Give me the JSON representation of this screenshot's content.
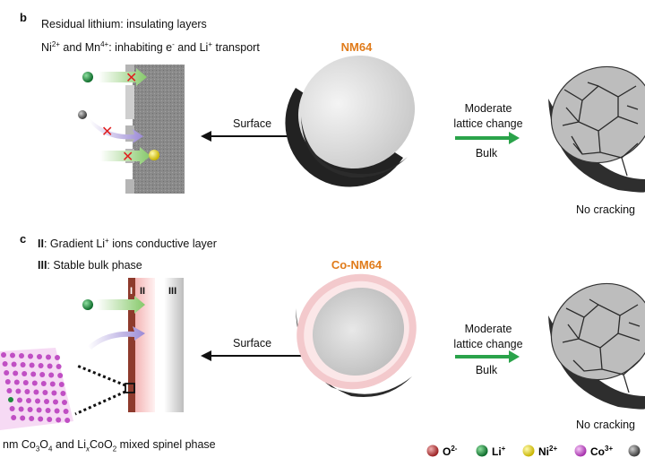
{
  "panel_b": {
    "letter": "b",
    "line1": "Residual lithium: insulating layers",
    "line2_parts": [
      "Ni",
      "2+",
      " and Mn",
      "4+",
      ": inhabiting e",
      "-",
      " and Li",
      "+",
      " transport"
    ],
    "sphere_title": "NM64",
    "surface_label": "Surface",
    "change_line1": "Moderate",
    "change_line2": "lattice change",
    "bulk_label": "Bulk",
    "result_label": "No cracking"
  },
  "panel_c": {
    "letter": "c",
    "line1_num": "II",
    "line1_parts": [
      ": Gradient Li",
      "+",
      " ions conductive layer"
    ],
    "line2_num": "III",
    "line2_text": ": Stable bulk phase",
    "layer_labels": [
      "I",
      "II",
      "III"
    ],
    "sphere_title": "Co-NM64",
    "surface_label": "Surface",
    "change_line1": "Moderate",
    "change_line2": "lattice change",
    "bulk_label": "Bulk",
    "result_label": "No cracking",
    "caption_parts": [
      "nm Co",
      "3",
      "O",
      "4",
      " and Li",
      "x",
      "CoO",
      "2",
      " mixed spinel phase"
    ]
  },
  "legend": [
    {
      "label": "O",
      "sup": "2-",
      "color": "#c0393b"
    },
    {
      "label": "Li",
      "sup": "+",
      "color": "#1e8a3c"
    },
    {
      "label": "Ni",
      "sup": "2+",
      "color": "#e8d400"
    },
    {
      "label": "Co",
      "sup": "3+",
      "color": "#c04fc4"
    },
    {
      "label": "",
      "sup": "",
      "color": "#555555"
    }
  ],
  "colors": {
    "accent_title": "#e07b1a",
    "arrow_green": "#2aa34a",
    "block_red": "#8e3a2c",
    "shell_pink": "#f3c9cc"
  }
}
